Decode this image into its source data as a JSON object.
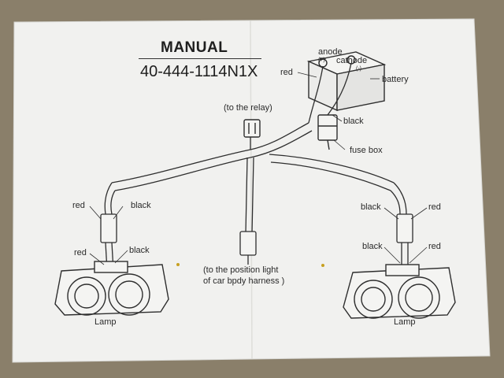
{
  "manual": {
    "title": "MANUAL",
    "model_number": "40-444-1114N1X"
  },
  "labels": {
    "anode": "anode",
    "cathode": "cathode",
    "anode_sign": "(+)",
    "cathode_sign": "(-)",
    "red_battery": "red",
    "battery": "battery",
    "black_battery": "black",
    "fuse_box": "fuse box",
    "to_relay": "(to the relay)",
    "left_upper_red": "red",
    "left_upper_black": "black",
    "left_lower_red": "red",
    "left_lower_black": "black",
    "right_upper_black": "black",
    "right_upper_red": "red",
    "right_lower_black": "black",
    "right_lower_red": "red",
    "position_light_line1": "(to the position light",
    "position_light_line2": "of car bpdy harness )",
    "left_lamp": "Lamp",
    "right_lamp": "Lamp"
  },
  "colors": {
    "paper": "#f1f1ef",
    "ink": "#2a2a2a",
    "background": "#8a7f6a"
  }
}
